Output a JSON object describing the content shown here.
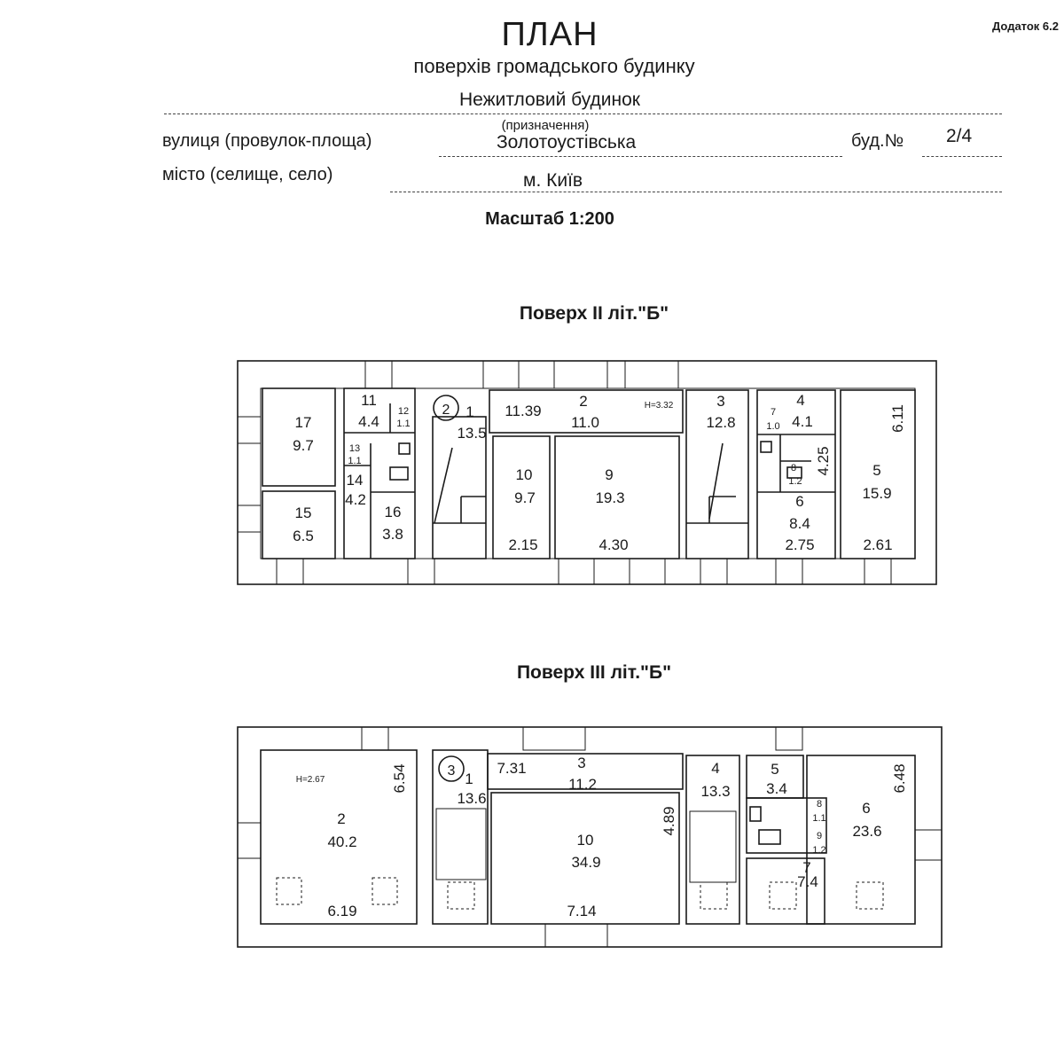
{
  "header": {
    "appendix": "Додаток 6.2",
    "title": "ПЛАН",
    "subtitle": "поверхів громадського будинку",
    "purpose_value": "Нежитловий будинок",
    "purpose_caption": "(призначення)",
    "street_label": "вулиця (провулок-площа)",
    "street_value": "Золотоустівська",
    "building_label": "буд.№",
    "building_value": "2/4",
    "city_label": "місто (селище, село)",
    "city_value": "м. Київ",
    "scale": "Масштаб 1:200"
  },
  "floor2": {
    "title": "Поверх II літ.\"Б\"",
    "stair_no": "2",
    "height": "H=3.32",
    "rooms": [
      {
        "no": "17",
        "area": "9.7"
      },
      {
        "no": "15",
        "area": "6.5"
      },
      {
        "no": "11",
        "area": "4.4"
      },
      {
        "no": "12",
        "area": "1.1"
      },
      {
        "no": "13",
        "area": "1.1"
      },
      {
        "no": "14",
        "area": "4.2"
      },
      {
        "no": "16",
        "area": "3.8"
      },
      {
        "no": "1",
        "area": "13.5"
      },
      {
        "no": "2",
        "area": "11.0"
      },
      {
        "no": "10",
        "area": "9.7"
      },
      {
        "no": "9",
        "area": "19.3"
      },
      {
        "no": "3",
        "area": "12.8"
      },
      {
        "no": "4",
        "area": "4.1"
      },
      {
        "no": "7",
        "area": "1.0"
      },
      {
        "no": "8",
        "area": "1.2"
      },
      {
        "no": "6",
        "area": "8.4"
      },
      {
        "no": "5",
        "area": "15.9"
      }
    ],
    "dims": [
      "11.39",
      "2.15",
      "4.30",
      "2.75",
      "4.25",
      "6.11",
      "2.61"
    ]
  },
  "floor3": {
    "title": "Поверх III літ.\"Б\"",
    "stair_no": "3",
    "height": "H=2.67",
    "rooms": [
      {
        "no": "2",
        "area": "40.2"
      },
      {
        "no": "1",
        "area": "13.6"
      },
      {
        "no": "3",
        "area": "11.2"
      },
      {
        "no": "10",
        "area": "34.9"
      },
      {
        "no": "4",
        "area": "13.3"
      },
      {
        "no": "5",
        "area": "3.4"
      },
      {
        "no": "8",
        "area": "1.1"
      },
      {
        "no": "9",
        "area": "1.2"
      },
      {
        "no": "7",
        "area": "7.4"
      },
      {
        "no": "6",
        "area": "23.6"
      }
    ],
    "dims": [
      "6.54",
      "6.19",
      "7.31",
      "4.89",
      "7.14",
      "6.48"
    ]
  },
  "colors": {
    "ink": "#1a1a1a",
    "wall_fill": "#ffffff"
  }
}
